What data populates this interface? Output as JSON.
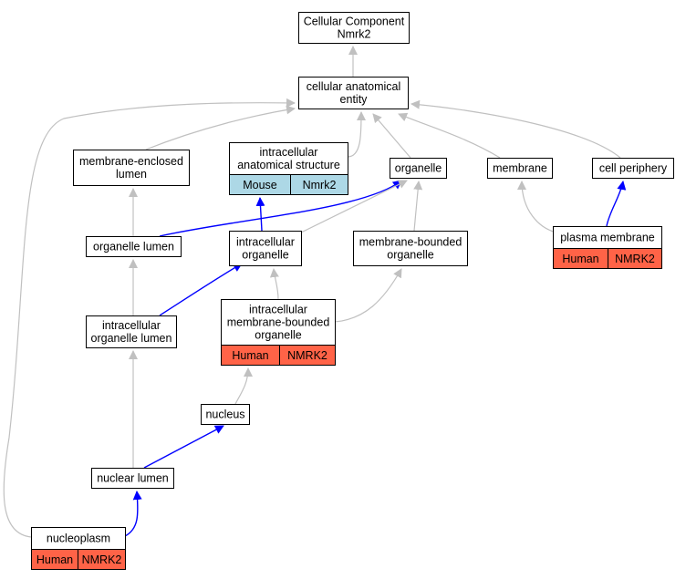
{
  "colors": {
    "edge_gray": "#c0c0c0",
    "edge_blue": "#0000ff",
    "mouse_fill": "#add8e6",
    "human_fill": "#ff6347",
    "node_fill": "#ffffff",
    "node_stroke": "#000000"
  },
  "nodes": {
    "root": {
      "lines": [
        "Cellular Component",
        "Nmrk2"
      ]
    },
    "cae": {
      "lines": [
        "cellular anatomical",
        "entity"
      ]
    },
    "mel": {
      "lines": [
        "membrane-enclosed",
        "lumen"
      ]
    },
    "ias": {
      "lines": [
        "intracellular",
        "anatomical structure"
      ],
      "species": "Mouse",
      "gene": "Nmrk2"
    },
    "org": {
      "lines": [
        "organelle"
      ]
    },
    "mem": {
      "lines": [
        "membrane"
      ]
    },
    "cp": {
      "lines": [
        "cell periphery"
      ]
    },
    "olu": {
      "lines": [
        "organelle lumen"
      ]
    },
    "io": {
      "lines": [
        "intracellular",
        "organelle"
      ]
    },
    "mbo": {
      "lines": [
        "membrane-bounded",
        "organelle"
      ]
    },
    "pm": {
      "lines": [
        "plasma membrane"
      ],
      "species": "Human",
      "gene": "NMRK2"
    },
    "iol": {
      "lines": [
        "intracellular",
        "organelle lumen"
      ]
    },
    "imbo": {
      "lines": [
        "intracellular",
        "membrane-bounded",
        "organelle"
      ],
      "species": "Human",
      "gene": "NMRK2"
    },
    "nuc": {
      "lines": [
        "nucleus"
      ]
    },
    "nl": {
      "lines": [
        "nuclear lumen"
      ]
    },
    "np": {
      "lines": [
        "nucleoplasm"
      ],
      "species": "Human",
      "gene": "NMRK2"
    }
  }
}
